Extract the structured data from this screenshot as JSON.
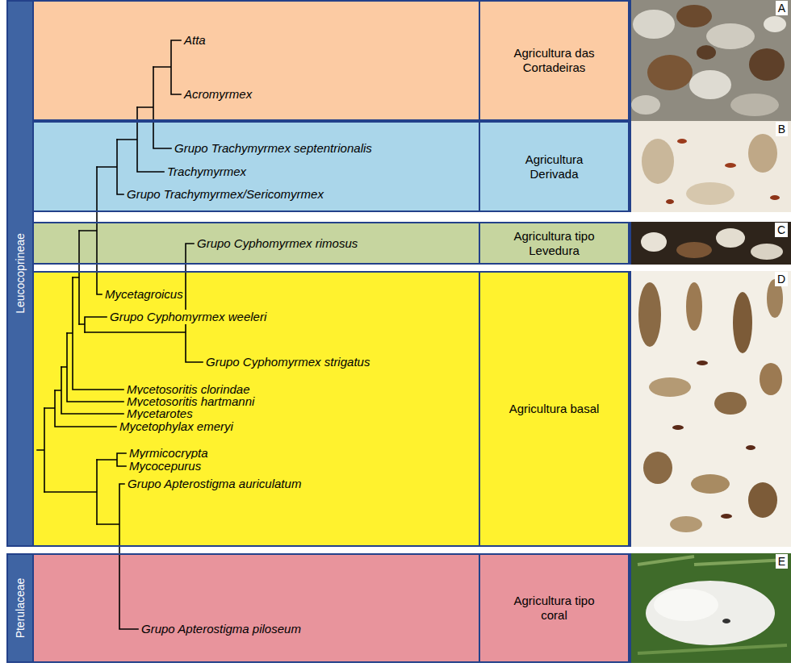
{
  "diagram": {
    "nodes": [
      {
        "text": [
          "Leucocoprineae"
        ]
      },
      {
        "text": [
          "Pterulaceae"
        ]
      },
      {
        "text": [
          "Agricultura das Cortadeiras"
        ]
      },
      {
        "text": [
          "Agricultura Derivada"
        ]
      },
      {
        "text": [
          "Agricultura tipo Levedura"
        ]
      },
      {
        "text": [
          "Agricultura basal"
        ]
      },
      {
        "text": [
          "Agricultura tipo coral"
        ]
      }
    ],
    "labels": [
      "Atta",
      "Acromyrmex",
      "Grupo Trachymyrmex septentrionalis",
      "Trachymyrmex",
      "Grupo Trachymyrmex/Sericomyrmex",
      "Grupo Cyphomyrmex rimosus",
      "Mycetagroicus",
      "Grupo Cyphomyrmex weeleri",
      "Grupo Cyphomyrmex strigatus",
      "Mycetosoritis clorindae",
      "Mycetosoritis hartmanni",
      "Mycetarotes",
      "Mycetophylax emeryi",
      "Myrmicocrypta",
      "Mycocepurus",
      "Grupo Apterostigma auriculatum",
      "Grupo Apterostigma piloseum",
      "A",
      "B",
      "C",
      "D",
      "E"
    ]
  }
}
